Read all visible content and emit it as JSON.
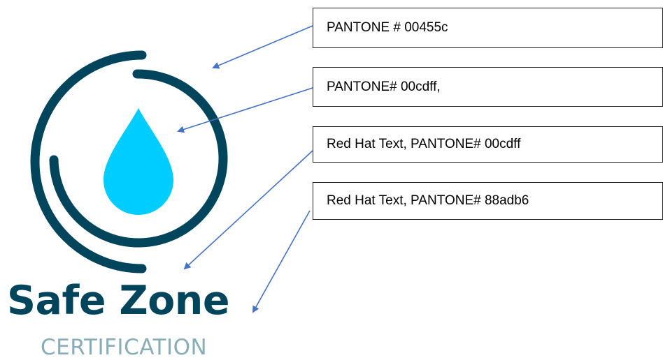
{
  "logo": {
    "name": "Safe Zone",
    "tagline": "CERTIFICATION",
    "ring_color": "#00455c",
    "drop_color": "#00cdff",
    "name_color": "#00455c",
    "tagline_color": "#88adb6",
    "icons": [
      "ring-icon",
      "water-drop-icon"
    ]
  },
  "callouts": [
    {
      "label": "PANTONE # 00455c"
    },
    {
      "label": "PANTONE# 00cdff,"
    },
    {
      "label": "Red Hat Text, PANTONE# 00cdff"
    },
    {
      "label": "Red Hat Text, PANTONE# 88adb6"
    }
  ],
  "arrow_color": "#4472c4"
}
